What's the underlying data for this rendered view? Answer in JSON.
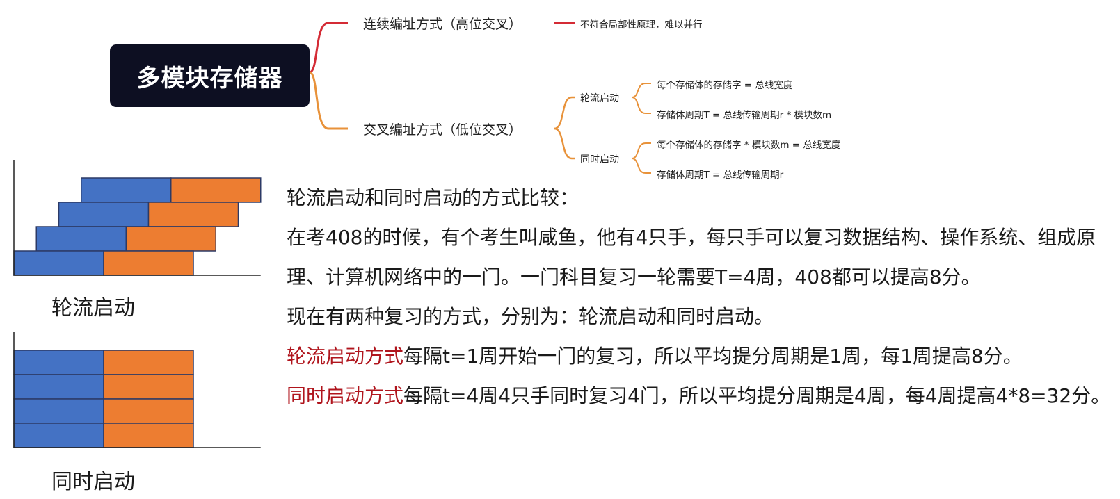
{
  "mindmap": {
    "root": "多模块存储器",
    "branch_high": {
      "label": "连续编址方式（高位交叉）",
      "note": "不符合局部性原理，难以并行",
      "color": "#d42b35"
    },
    "branch_low": {
      "label": "交叉编址方式（低位交叉）",
      "color": "#e8923a",
      "children": [
        {
          "label": "轮流启动",
          "items": [
            "每个存储体的存储字 = 总线宽度",
            "存储体周期T = 总线传输周期r * 模块数m"
          ]
        },
        {
          "label": "同时启动",
          "items": [
            "每个存储体的存储字 * 模块数m = 总线宽度",
            "存储体周期T = 总线传输周期r"
          ]
        }
      ]
    }
  },
  "diagrams": {
    "colors": {
      "blue": "#4472c4",
      "orange": "#ed7d31",
      "outline": "#2c3a66",
      "axis": "#222222"
    },
    "round_robin": {
      "caption": "轮流启动",
      "rows": [
        {
          "start": 3,
          "blue": 4,
          "orange": 4
        },
        {
          "start": 2,
          "blue": 4,
          "orange": 4
        },
        {
          "start": 1,
          "blue": 4,
          "orange": 4
        },
        {
          "start": 0,
          "blue": 4,
          "orange": 4
        }
      ]
    },
    "simultaneous": {
      "caption": "同时启动",
      "rows": [
        {
          "start": 0,
          "blue": 4,
          "orange": 4
        },
        {
          "start": 0,
          "blue": 4,
          "orange": 4
        },
        {
          "start": 0,
          "blue": 4,
          "orange": 4
        },
        {
          "start": 0,
          "blue": 4,
          "orange": 4
        }
      ]
    }
  },
  "explanation": {
    "heading": "轮流启动和同时启动的方式比较：",
    "paragraph1": "在考408的时候，有个考生叫咸鱼，他有4只手，每只手可以复习数据结构、操作系统、组成原理、计算机网络中的一门。一门科目复习一轮需要T=4周，408都可以提高8分。",
    "paragraph2": "现在有两种复习的方式，分别为：轮流启动和同时启动。",
    "round_robin": {
      "highlight": "轮流启动方式",
      "text": "每隔t=1周开始一门的复习，所以平均提分周期是1周，每1周提高8分。"
    },
    "simultaneous": {
      "highlight": "同时启动方式",
      "text": "每隔t=4周4只手同时复习4门，所以平均提分周期是4周，每4周提高4*8=32分。"
    },
    "highlight_color": "#b0151d"
  }
}
